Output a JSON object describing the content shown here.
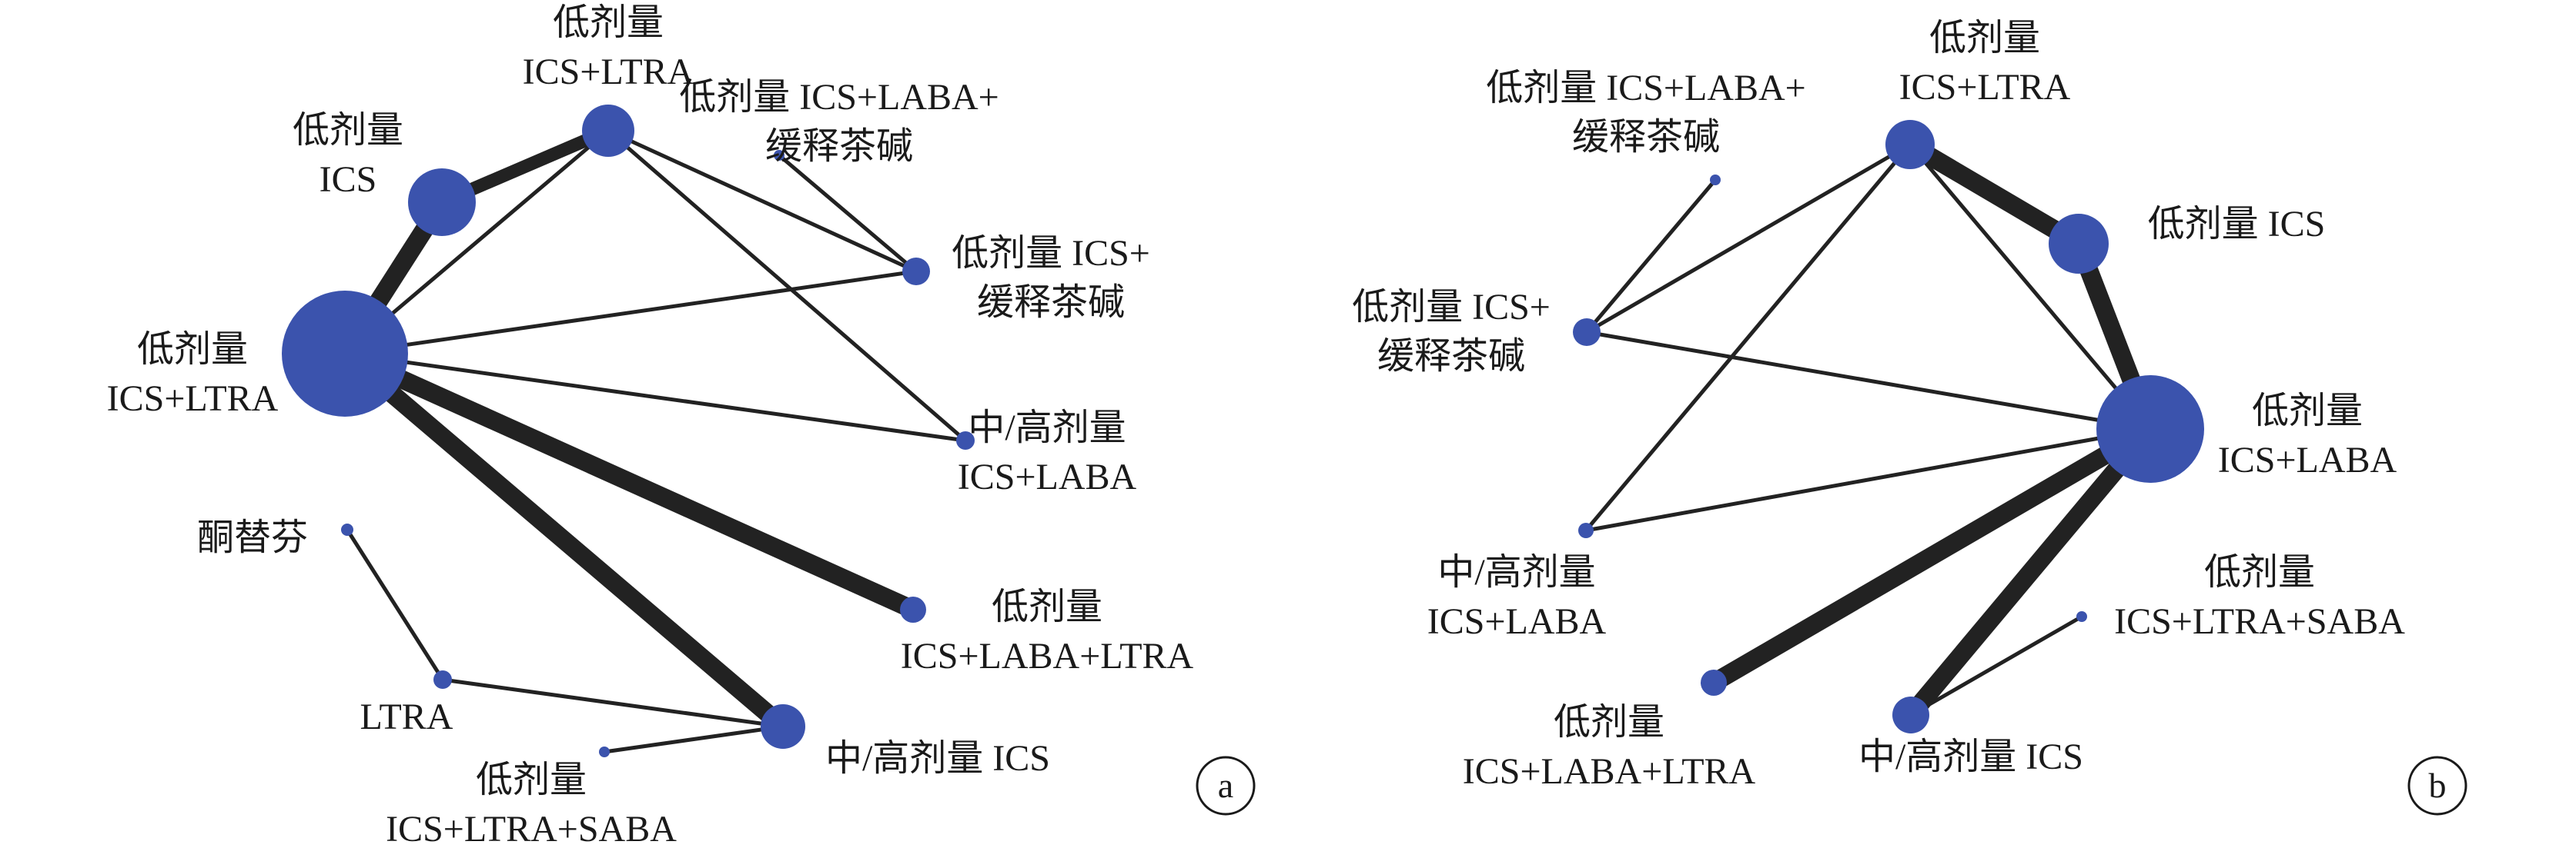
{
  "colors": {
    "node": "#3b53ad",
    "edge": "#222222",
    "text": "#1a1a1a"
  },
  "panels": [
    {
      "label": "a",
      "nodes": [
        {
          "id": "A_ICS_LTRA",
          "lines": [
            "低剂量",
            "ICS+LTRA"
          ]
        },
        {
          "id": "A_ICS",
          "lines": [
            "低剂量",
            "ICS"
          ]
        },
        {
          "id": "A_ICS_LABA_THEO",
          "lines": [
            "低剂量 ICS+LABA+",
            "缓释茶碱"
          ]
        },
        {
          "id": "A_ICS_THEO",
          "lines": [
            "低剂量 ICS+",
            "缓释茶碱"
          ]
        },
        {
          "id": "A_HUB_ICS_LTRA",
          "lines": [
            "低剂量",
            "ICS+LTRA"
          ]
        },
        {
          "id": "A_MH_ICS_LABA",
          "lines": [
            "中/高剂量",
            "ICS+LABA"
          ]
        },
        {
          "id": "A_ICS_LABA_LTRA",
          "lines": [
            "低剂量",
            "ICS+LABA+LTRA"
          ]
        },
        {
          "id": "A_KETOTIFEN",
          "lines": [
            "酮替芬"
          ]
        },
        {
          "id": "A_LTRA",
          "lines": [
            "LTRA"
          ]
        },
        {
          "id": "A_ICS_LTRA_SABA",
          "lines": [
            "低剂量",
            "ICS+LTRA+SABA"
          ]
        },
        {
          "id": "A_MH_ICS",
          "lines": [
            "中/高剂量 ICS"
          ]
        }
      ],
      "edges": [
        {
          "from": "A_ICS",
          "to": "A_ICS_LTRA",
          "weight": 4
        },
        {
          "from": "A_ICS",
          "to": "A_HUB_ICS_LTRA",
          "weight": 5
        },
        {
          "from": "A_ICS_LTRA",
          "to": "A_HUB_ICS_LTRA",
          "weight": 1
        },
        {
          "from": "A_ICS_LTRA",
          "to": "A_ICS_THEO",
          "weight": 1
        },
        {
          "from": "A_ICS_LTRA",
          "to": "A_MH_ICS_LABA",
          "weight": 1
        },
        {
          "from": "A_ICS_LABA_THEO",
          "to": "A_ICS_THEO",
          "weight": 1
        },
        {
          "from": "A_HUB_ICS_LTRA",
          "to": "A_ICS_THEO",
          "weight": 1
        },
        {
          "from": "A_HUB_ICS_LTRA",
          "to": "A_MH_ICS_LABA",
          "weight": 1
        },
        {
          "from": "A_HUB_ICS_LTRA",
          "to": "A_ICS_LABA_LTRA",
          "weight": 5
        },
        {
          "from": "A_HUB_ICS_LTRA",
          "to": "A_MH_ICS",
          "weight": 5
        },
        {
          "from": "A_KETOTIFEN",
          "to": "A_LTRA",
          "weight": 1
        },
        {
          "from": "A_LTRA",
          "to": "A_MH_ICS",
          "weight": 1
        },
        {
          "from": "A_ICS_LTRA_SABA",
          "to": "A_MH_ICS",
          "weight": 1
        }
      ]
    },
    {
      "label": "b",
      "nodes": [
        {
          "id": "B_ICS_LTRA",
          "lines": [
            "低剂量",
            "ICS+LTRA"
          ]
        },
        {
          "id": "B_ICS_LABA_THEO",
          "lines": [
            "低剂量 ICS+LABA+",
            "缓释茶碱"
          ]
        },
        {
          "id": "B_ICS",
          "lines": [
            "低剂量 ICS"
          ]
        },
        {
          "id": "B_ICS_THEO",
          "lines": [
            "低剂量 ICS+",
            "缓释茶碱"
          ]
        },
        {
          "id": "B_HUB_ICS_LABA",
          "lines": [
            "低剂量",
            "ICS+LABA"
          ]
        },
        {
          "id": "B_MH_ICS_LABA",
          "lines": [
            "中/高剂量",
            "ICS+LABA"
          ]
        },
        {
          "id": "B_ICS_LTRA_SABA",
          "lines": [
            "低剂量",
            "ICS+LTRA+SABA"
          ]
        },
        {
          "id": "B_ICS_LABA_LTRA",
          "lines": [
            "低剂量",
            "ICS+LABA+LTRA"
          ]
        },
        {
          "id": "B_MH_ICS",
          "lines": [
            "中/高剂量 ICS"
          ]
        }
      ],
      "edges": [
        {
          "from": "B_ICS_LTRA",
          "to": "B_ICS",
          "weight": 5
        },
        {
          "from": "B_ICS_LTRA",
          "to": "B_HUB_ICS_LABA",
          "weight": 1
        },
        {
          "from": "B_ICS_LTRA",
          "to": "B_ICS_THEO",
          "weight": 1
        },
        {
          "from": "B_ICS_LTRA",
          "to": "B_MH_ICS_LABA",
          "weight": 1
        },
        {
          "from": "B_ICS",
          "to": "B_HUB_ICS_LABA",
          "weight": 5
        },
        {
          "from": "B_ICS_LABA_THEO",
          "to": "B_ICS_THEO",
          "weight": 1
        },
        {
          "from": "B_ICS_THEO",
          "to": "B_HUB_ICS_LABA",
          "weight": 1
        },
        {
          "from": "B_MH_ICS_LABA",
          "to": "B_HUB_ICS_LABA",
          "weight": 1
        },
        {
          "from": "B_HUB_ICS_LABA",
          "to": "B_ICS_LABA_LTRA",
          "weight": 5
        },
        {
          "from": "B_HUB_ICS_LABA",
          "to": "B_MH_ICS",
          "weight": 5
        },
        {
          "from": "B_ICS_LTRA_SABA",
          "to": "B_MH_ICS",
          "weight": 1
        }
      ]
    }
  ]
}
